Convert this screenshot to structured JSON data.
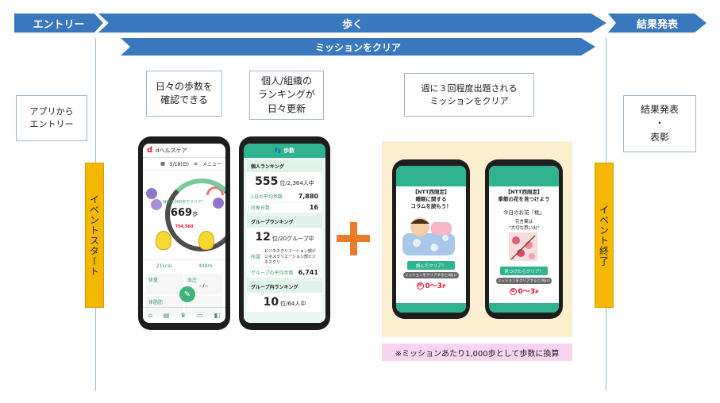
{
  "phases": {
    "entry": "エントリー",
    "walk": "歩く",
    "result": "結果発表",
    "mission": "ミッションをクリア"
  },
  "boxes": {
    "app_entry": [
      "アプリから",
      "エントリー"
    ],
    "daily_steps": [
      "日々の歩数を",
      "確認できる"
    ],
    "ranking": [
      "個人/組織の",
      "ランキングが",
      "日々更新"
    ],
    "weekly_mission": [
      "週に３回程度出題される",
      "ミッションをクリア"
    ],
    "result": [
      "結果発表",
      "・",
      "表彰"
    ]
  },
  "banners": {
    "start": "イベントスタート",
    "end": "イベント終了"
  },
  "phone1": {
    "app_name": "dヘルスケア",
    "date": "5/18(日)",
    "menu": "メニュー",
    "goal": "目標8,000歩でクリア！",
    "steps": "669",
    "steps_unit": "歩",
    "points": "704,560",
    "stat_left": "21kcal",
    "stat_right": "448m",
    "cell1": "体重",
    "cell2": "血圧",
    "cell2_value": "--/--",
    "cell3": "体脂肪",
    "cell4": ""
  },
  "phone2": {
    "header": "歩数",
    "personal_ranking": "個人ランキング",
    "personal_rank": "555",
    "personal_total": "位/2,364人中",
    "avg_label": "1日の平均歩数",
    "avg_value": "7,880",
    "days_label": "対象日数",
    "days_value": "16",
    "group_ranking": "グループランキング",
    "group_rank": "12",
    "group_total": "位/20グループ中",
    "group_name_label": "所属",
    "group_name": "ビジネスクリエーション部ビジネスクリエーション部ビジネスクリ",
    "group_avg_label": "グループの平均歩数",
    "group_avg_value": "6,741",
    "in_group_ranking": "グループ内ランキング",
    "in_group_rank": "10",
    "in_group_total": "位/64人中"
  },
  "mission1": {
    "title": [
      "【NTT西限定】",
      "睡眠に関する",
      "コラムを読もう！"
    ],
    "button": "読んでクリア！",
    "sub": "ミッションをクリアするとd払い",
    "points": "0～3"
  },
  "mission2": {
    "title": [
      "【NTT西限定】",
      "季節の花を見つけよう"
    ],
    "today": "今日のお花『桃』",
    "meaning_label": "花言葉は",
    "meaning": "\"大切な思い出\"",
    "button": "見つけたらクリア！",
    "sub": "ミッションをクリアするとd払い",
    "points": "0～3"
  },
  "point_unit": "P",
  "note": "※ミッションあたり1,000歩として歩数に換算",
  "colors": {
    "chevron": "#3a78bd",
    "banner": "#f5b800",
    "app_green": "#2fb38f",
    "plus": "#ea7c2c",
    "mission_bg": "#fbefd0",
    "note_bg": "#f7d4ef"
  }
}
